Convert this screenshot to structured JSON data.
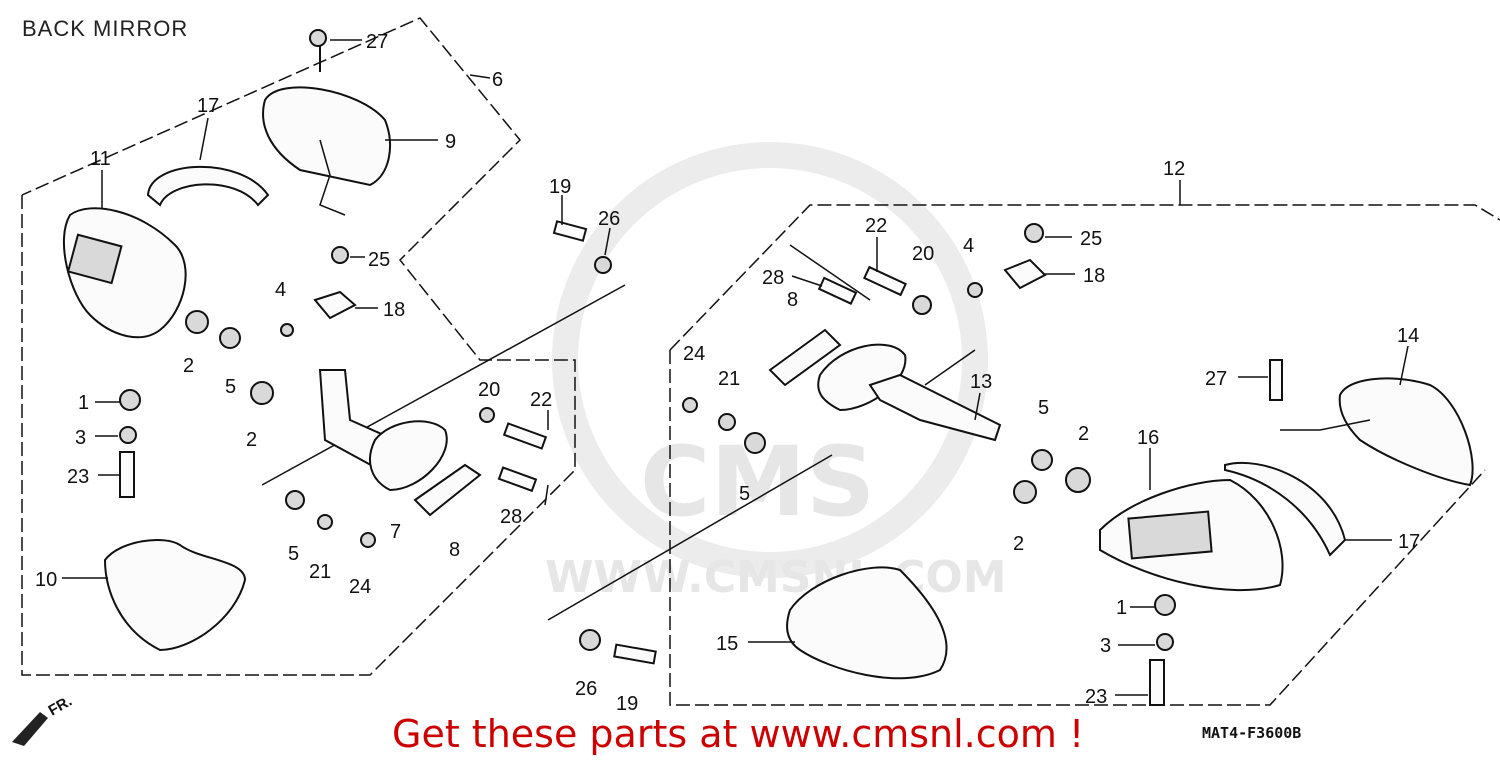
{
  "title": "BACK MIRROR",
  "footer_text": "Get these parts at www.cmsnl.com !",
  "diagram_code": "MAT4-F3600B",
  "watermark": {
    "logo_text": "CMS",
    "url_text": "WWW.CMSNL.COM"
  },
  "front_indicator": "FR.",
  "colors": {
    "footer": "#cc0000",
    "line": "#111111",
    "watermark": "#e6e6e6"
  },
  "callouts": [
    {
      "id": "c27a",
      "label": "27"
    },
    {
      "id": "c6",
      "label": "6"
    },
    {
      "id": "c17a",
      "label": "17"
    },
    {
      "id": "c9",
      "label": "9"
    },
    {
      "id": "c11",
      "label": "11"
    },
    {
      "id": "c25a",
      "label": "25"
    },
    {
      "id": "c4a",
      "label": "4"
    },
    {
      "id": "c18a",
      "label": "18"
    },
    {
      "id": "c2a",
      "label": "2"
    },
    {
      "id": "c5a",
      "label": "5"
    },
    {
      "id": "c2b",
      "label": "2"
    },
    {
      "id": "c1a",
      "label": "1"
    },
    {
      "id": "c3a",
      "label": "3"
    },
    {
      "id": "c23a",
      "label": "23"
    },
    {
      "id": "c10",
      "label": "10"
    },
    {
      "id": "c20a",
      "label": "20"
    },
    {
      "id": "c22a",
      "label": "22"
    },
    {
      "id": "c5b",
      "label": "5"
    },
    {
      "id": "c21a",
      "label": "21"
    },
    {
      "id": "c24a",
      "label": "24"
    },
    {
      "id": "c7a",
      "label": "7"
    },
    {
      "id": "c8a",
      "label": "8"
    },
    {
      "id": "c28a",
      "label": "28"
    },
    {
      "id": "c19a",
      "label": "19"
    },
    {
      "id": "c26a",
      "label": "26"
    },
    {
      "id": "c22b",
      "label": "22"
    },
    {
      "id": "c20b",
      "label": "20"
    },
    {
      "id": "c4b",
      "label": "4"
    },
    {
      "id": "c25b",
      "label": "25"
    },
    {
      "id": "c18b",
      "label": "18"
    },
    {
      "id": "c12",
      "label": "12"
    },
    {
      "id": "c28b",
      "label": "28"
    },
    {
      "id": "c8b",
      "label": "8"
    },
    {
      "id": "c24b",
      "label": "24"
    },
    {
      "id": "c21b",
      "label": "21"
    },
    {
      "id": "c13",
      "label": "13"
    },
    {
      "id": "c5c",
      "label": "5"
    },
    {
      "id": "c5d",
      "label": "5"
    },
    {
      "id": "c2c",
      "label": "2"
    },
    {
      "id": "c2d",
      "label": "2"
    },
    {
      "id": "c14",
      "label": "14"
    },
    {
      "id": "c27b",
      "label": "27"
    },
    {
      "id": "c16",
      "label": "16"
    },
    {
      "id": "c17b",
      "label": "17"
    },
    {
      "id": "c15",
      "label": "15"
    },
    {
      "id": "c1b",
      "label": "1"
    },
    {
      "id": "c3b",
      "label": "3"
    },
    {
      "id": "c23b",
      "label": "23"
    },
    {
      "id": "c26b",
      "label": "26"
    },
    {
      "id": "c19b",
      "label": "19"
    }
  ]
}
